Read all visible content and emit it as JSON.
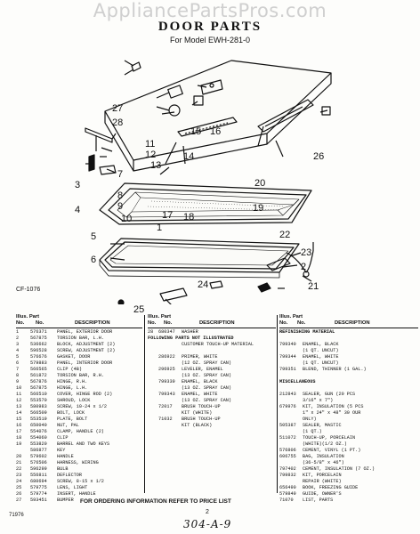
{
  "watermark": "AppliancePartsPros.com",
  "title": "DOOR PARTS",
  "subtitle": "For Model EWH-281-0",
  "callouts": [
    "27",
    "28",
    "11",
    "12",
    "13",
    "14",
    "15",
    "16",
    "20",
    "19",
    "26",
    "7",
    "8",
    "9",
    "3",
    "4",
    "10",
    "17",
    "18",
    "1",
    "22",
    "5",
    "6",
    "23",
    "2",
    "24",
    "21",
    "25"
  ],
  "figure_code": "CF-1076",
  "table_headers": {
    "illus_part": "Illus. Part",
    "no": "No.",
    "part_no": "No.",
    "description": "DESCRIPTION"
  },
  "col1_rows": [
    [
      "1",
      "576371",
      "PANEL, EXTERIOR DOOR"
    ],
    [
      "2",
      "567875",
      "TORSION BAR, L.H."
    ],
    [
      "3",
      "536662",
      "BLOCK, ADJUSTMENT (2)"
    ],
    [
      "4",
      "596528",
      "SCREW, ADJUSTMENT (2)"
    ],
    [
      "5",
      "576676",
      "GASKET, DOOR"
    ],
    [
      "6",
      "579883",
      "PANEL, INTERIOR DOOR"
    ],
    [
      "7",
      "566565",
      "CLIP (4B)"
    ],
    [
      "8",
      "561872",
      "TORSION BAR, R.H."
    ],
    [
      "9",
      "567876",
      "HINGE, R.H."
    ],
    [
      "10",
      "567875",
      "HINGE, L.H."
    ],
    [
      "11",
      "566510",
      "COVER, HINGE ROD (2)"
    ],
    [
      "12",
      "553570",
      "SHROUD, LOCK"
    ],
    [
      "13",
      "580983",
      "SCREW, 10-24 x 1/2"
    ],
    [
      "14",
      "566509",
      "BOLT, LOCK"
    ],
    [
      "15",
      "553519",
      "PLATE, BOLT"
    ],
    [
      "16",
      "650040",
      "NUT, PAL"
    ],
    [
      "17",
      "554076",
      "CLAMP, HANDLE (2)"
    ],
    [
      "18",
      "554060",
      "CLIP"
    ],
    [
      "19",
      "553820",
      "BARREL AND TWO KEYS"
    ],
    [
      "",
      "586877",
      "KEY"
    ],
    [
      "20",
      "579602",
      "HANDLE"
    ],
    [
      "21",
      "576506",
      "HARNESS, WIRING"
    ],
    [
      "22",
      "596299",
      "BULB"
    ],
    [
      "23",
      "556811",
      "DEFLECTOR"
    ],
    [
      "24",
      "680694",
      "SCREW, 8-15 x 1/2"
    ],
    [
      "25",
      "579775",
      "LENS, LIGHT"
    ],
    [
      "26",
      "579774",
      "INSERT, HANDLE"
    ],
    [
      "27",
      "593451",
      "BUMPER"
    ]
  ],
  "col2_rows": [
    {
      "no": "28",
      "part": "680347",
      "desc": "WASHER"
    },
    {
      "section": "FOLLOWING PARTS NOT ILLUSTRATED"
    },
    {
      "desc": "CUSTOMER TOUCH-UP MATERIAL"
    },
    {
      "desc": ""
    },
    {
      "part": "286922",
      "desc": "PRIMER, WHITE"
    },
    {
      "desc": "(12 OZ. SPRAY CAN)"
    },
    {
      "part": "296925",
      "desc": "LEVELER, ENAMEL"
    },
    {
      "desc": "(13 OZ. SPRAY CAN)"
    },
    {
      "part": "799339",
      "desc": "ENAMEL, BLACK"
    },
    {
      "desc": "(13 OZ. SPRAY CAN)"
    },
    {
      "part": "799343",
      "desc": "ENAMEL, WHITE"
    },
    {
      "desc": "(13 OZ. SPRAY CAN)"
    },
    {
      "part": "72017",
      "desc": "BRUSH TOUCH-UP"
    },
    {
      "desc": "KIT (WHITE)"
    },
    {
      "part": "71032",
      "desc": "BRUSH TOUCH-UP"
    },
    {
      "desc": "KIT (BLACK)"
    }
  ],
  "col3_rows": [
    {
      "section": "REFINISHING MATERIAL"
    },
    {
      "desc": ""
    },
    {
      "part": "799340",
      "desc": "ENAMEL, BLACK"
    },
    {
      "desc": "(1 QT. UNCUT)"
    },
    {
      "part": "799344",
      "desc": "ENAMEL, WHITE"
    },
    {
      "desc": "(1 QT. UNCUT)"
    },
    {
      "part": "799351",
      "desc": "BLEND, THINNER (1 GAL.)"
    },
    {
      "desc": ""
    },
    {
      "section": "MISCELLANEOUS"
    },
    {
      "desc": ""
    },
    {
      "part": "212843",
      "desc": "SEALER, GUN (20 PCS"
    },
    {
      "desc": "3/16\" x 7\")"
    },
    {
      "part": "679976",
      "desc": "KIT, INSULATION (5 PCS"
    },
    {
      "desc": "1\" x 24\" x 48\" 30 OUR"
    },
    {
      "desc": "ONLY)"
    },
    {
      "part": "505387",
      "desc": "SEALER, MASTIC"
    },
    {
      "desc": "(1 QT.)"
    },
    {
      "part": "511072",
      "desc": "TOUCH-UP, PORCELAIN"
    },
    {
      "desc": "(WHITE)(1/2 OZ.)"
    },
    {
      "part": "576806",
      "desc": "CEMENT, VINYL (1 PT.)"
    },
    {
      "part": "606755",
      "desc": "BAG, INSULATION"
    },
    {
      "desc": "(36-5/8\" x 46\")"
    },
    {
      "part": "797402",
      "desc": "CEMENT, INSULATION (7 OZ.)"
    },
    {
      "part": "799832",
      "desc": "KIT, PORCELAIN"
    },
    {
      "desc": "REPAIR (WHITE)"
    },
    {
      "part": "656490",
      "desc": "BOOK, FREEZING GUIDE"
    },
    {
      "part": "579849",
      "desc": "GUIDE, OWNER'S"
    },
    {
      "part": "71070",
      "desc": "LIST, PARTS"
    }
  ],
  "footer_notice": "FOR ORDERING INFORMATION REFER TO PRICE LIST",
  "page_number": "2",
  "doc_code": "71976",
  "handwriting": "304-A-9"
}
